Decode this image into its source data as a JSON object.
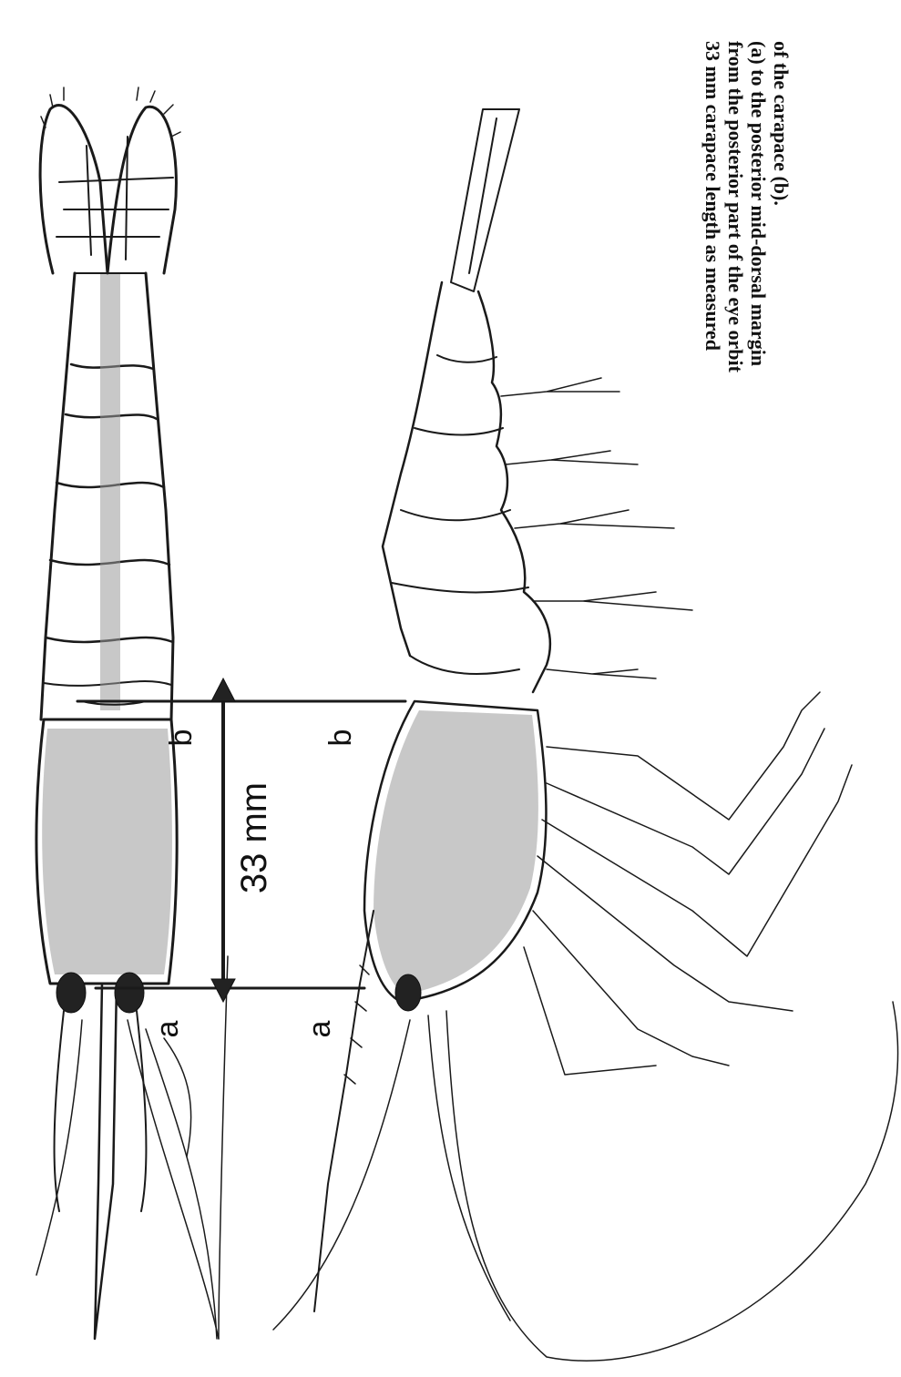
{
  "figure": {
    "labels": {
      "dorsal_a": "a",
      "dorsal_b": "b",
      "lateral_a": "a",
      "lateral_b": "b",
      "measurement": "33 mm"
    },
    "caption_lines": [
      "33 mm carapace length as measured",
      "from the posterior part of the eye orbit",
      "(a) to the posterior mid-dorsal margin",
      "of the carapace (b)."
    ]
  }
}
